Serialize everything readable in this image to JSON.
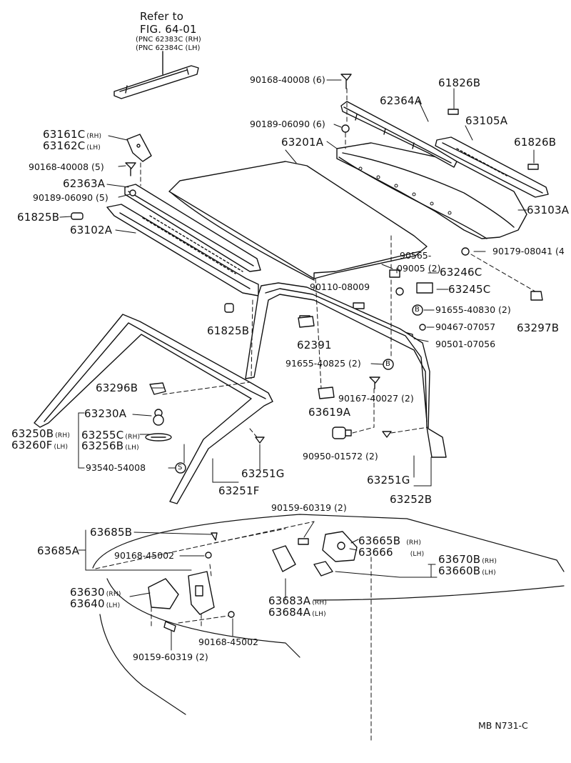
{
  "refer": {
    "line1": "Refer to",
    "line2": "FIG. 64-01",
    "line3": "(PNC 62383C (RH)",
    "line4": "(PNC 62384C (LH)"
  },
  "labels": {
    "p_90168_40008_6": "90168-40008 (6)",
    "p_90189_06090_6": "90189-06090 (6)",
    "p_62364A": "62364A",
    "p_61826B_a": "61826B",
    "p_63105A": "63105A",
    "p_61826B_b": "61826B",
    "p_63103A": "63103A",
    "p_63201A": "63201A",
    "p_63161C": "63161C",
    "p_63162C": "63162C",
    "p_90168_40008_5": "90168-40008 (5)",
    "p_62363A": "62363A",
    "p_90189_06090_5": "90189-06090 (5)",
    "p_61825B_a": "61825B",
    "p_63102A": "63102A",
    "p_90179_08041": "90179-08041 (4",
    "p_90565a": "90565-",
    "p_90565b": "09005 (2)",
    "p_63246C": "63246C",
    "p_90110_08009": "90110-08009",
    "p_63245C": "63245C",
    "p_91655_40830": "91655-40830 (2)",
    "p_90467_07057": "90467-07057",
    "p_63297B": "63297B",
    "p_90501_07056": "90501-07056",
    "p_62391": "62391",
    "p_61825B_b": "61825B",
    "p_91655_40825": "91655-40825 (2)",
    "p_90167_40027": "90167-40027 (2)",
    "p_63296B": "63296B",
    "p_63619A": "63619A",
    "p_63230A": "63230A",
    "p_63250B": "63250B",
    "p_63260F": "63260F",
    "p_63255C": "63255C",
    "p_63256B": "63256B",
    "p_90950_01572": "90950-01572 (2)",
    "p_93540_54008": "93540-54008",
    "p_63251G_a": "63251G",
    "p_63251F": "63251F",
    "p_63251G_b": "63251G",
    "p_63252B": "63252B",
    "p_90159_60319_a": "90159-60319 (2)",
    "p_63685B": "63685B",
    "p_63685A": "63685A",
    "p_63665B": "63665B",
    "p_63666": "63666",
    "p_90168_45002_a": "90168-45002",
    "p_63670B": "63670B",
    "p_63660B": "63660B",
    "p_63630": "63630",
    "p_63640": "63640",
    "p_63683A": "63683A",
    "p_63684A": "63684A",
    "p_90168_45002_b": "90168-45002",
    "p_90159_60319_b": "90159-60319 (2)",
    "footer": "MB  N731-C"
  },
  "tags": {
    "rh": "(RH)",
    "lh": "(LH)",
    "b": "B",
    "s": "S"
  }
}
